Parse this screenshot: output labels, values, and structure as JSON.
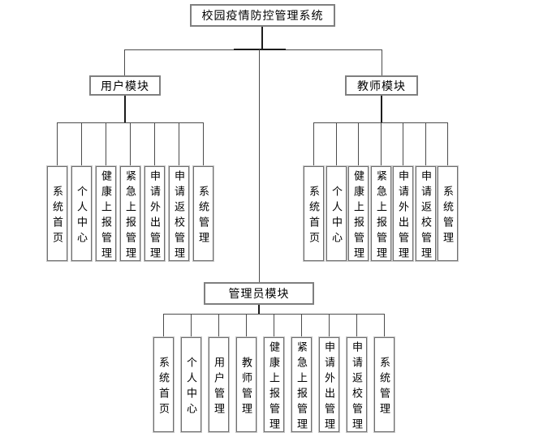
{
  "diagram": {
    "title": "校园疫情防控管理系统",
    "modules": [
      {
        "label": "用户模块",
        "children": [
          "系统首页",
          "个人中心",
          "健康上报管理",
          "紧急上报管理",
          "申请外出管理",
          "申请返校管理",
          "系统管理"
        ]
      },
      {
        "label": "教师模块",
        "children": [
          "系统首页",
          "个人中心",
          "健康上报管理",
          "紧急上报管理",
          "申请外出管理",
          "申请返校管理",
          "系统管理"
        ]
      },
      {
        "label": "管理员模块",
        "children": [
          "系统首页",
          "个人中心",
          "用户管理",
          "教师管理",
          "健康上报管理",
          "紧急上报管理",
          "申请外出管理",
          "申请返校管理",
          "系统管理"
        ]
      }
    ],
    "colors": {
      "background": "#ffffff",
      "box_border": "#7f7f7f",
      "connector_line": "#4c4c4c",
      "text": "#000000"
    }
  }
}
